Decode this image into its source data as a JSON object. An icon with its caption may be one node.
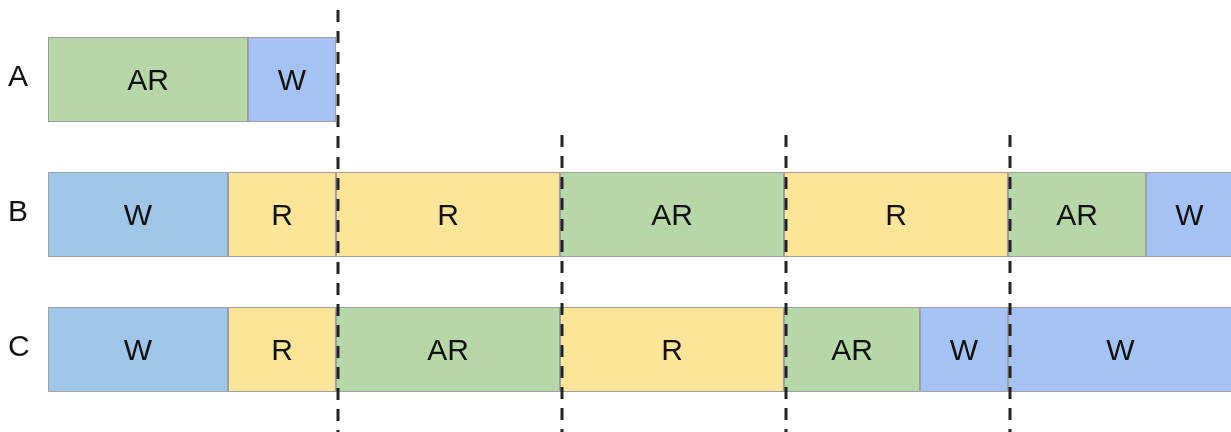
{
  "diagram": {
    "nodes": [
      {
        "text": [
          "AR"
        ]
      },
      {
        "text": [
          "W"
        ]
      },
      {
        "text": [
          "W"
        ]
      },
      {
        "text": [
          "R"
        ]
      },
      {
        "text": [
          "R"
        ]
      },
      {
        "text": [
          "AR"
        ]
      },
      {
        "text": [
          "R"
        ]
      },
      {
        "text": [
          "AR"
        ]
      },
      {
        "text": [
          "W"
        ]
      },
      {
        "text": [
          "W"
        ]
      },
      {
        "text": [
          "R"
        ]
      },
      {
        "text": [
          "AR"
        ]
      },
      {
        "text": [
          "R"
        ]
      },
      {
        "text": [
          "AR"
        ]
      },
      {
        "text": [
          "W"
        ]
      },
      {
        "text": [
          "W"
        ]
      }
    ],
    "edges": [],
    "labels": [
      "A",
      "B",
      "C"
    ]
  }
}
